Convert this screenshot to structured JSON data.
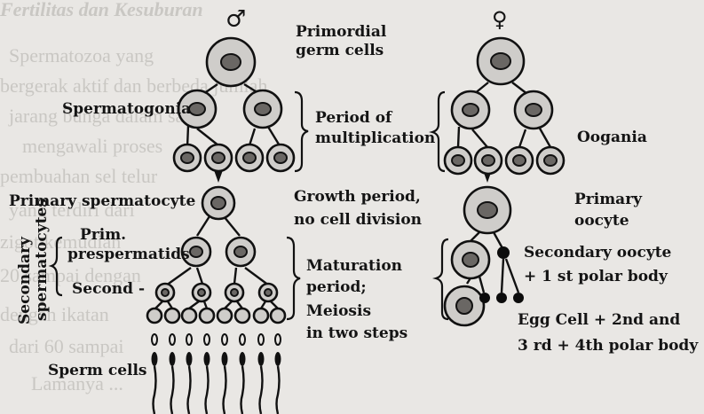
{
  "symbols": {
    "male": "♂",
    "female": "♀"
  },
  "labels": {
    "primordial": [
      "Primordial",
      "germ cells"
    ],
    "spermatogonia": "Spermatogonia",
    "multiplication": [
      "Period of",
      "multiplication"
    ],
    "oogania": "Oogania",
    "primary_spermatocyte": "Primary spermatocyte",
    "growth": [
      "Growth period,",
      "no cell division"
    ],
    "primary_oocyte": [
      "Primary",
      "oocyte"
    ],
    "secondary_spermatocytes": [
      "Secondary",
      "spermatocytes"
    ],
    "prim": "Prim.",
    "prespermatids": "prespermatids",
    "second": "Second -",
    "maturation": [
      "Maturation",
      "period;",
      "Meiosis",
      "in two steps"
    ],
    "secondary_oocyte": [
      "Secondary oocyte",
      "+ 1 st polar body"
    ],
    "egg_cell": [
      "Egg Cell + 2nd and",
      "3 rd + 4th polar body"
    ],
    "sperm_cells": "Sperm cells"
  },
  "background_text": [
    "Fertilitas dan Kesuburan",
    "Spermatozoa yang",
    "bergerak aktif dan berbeda jumlah",
    "jarang bunga dalam satu",
    "mengawali proses",
    "pembuahan sel telur",
    "yang terdiri dari",
    "zigot kemudian",
    "20 sampai dengan",
    "dengan ikatan",
    "dari 60 sampai",
    "Lamanya ..."
  ]
}
